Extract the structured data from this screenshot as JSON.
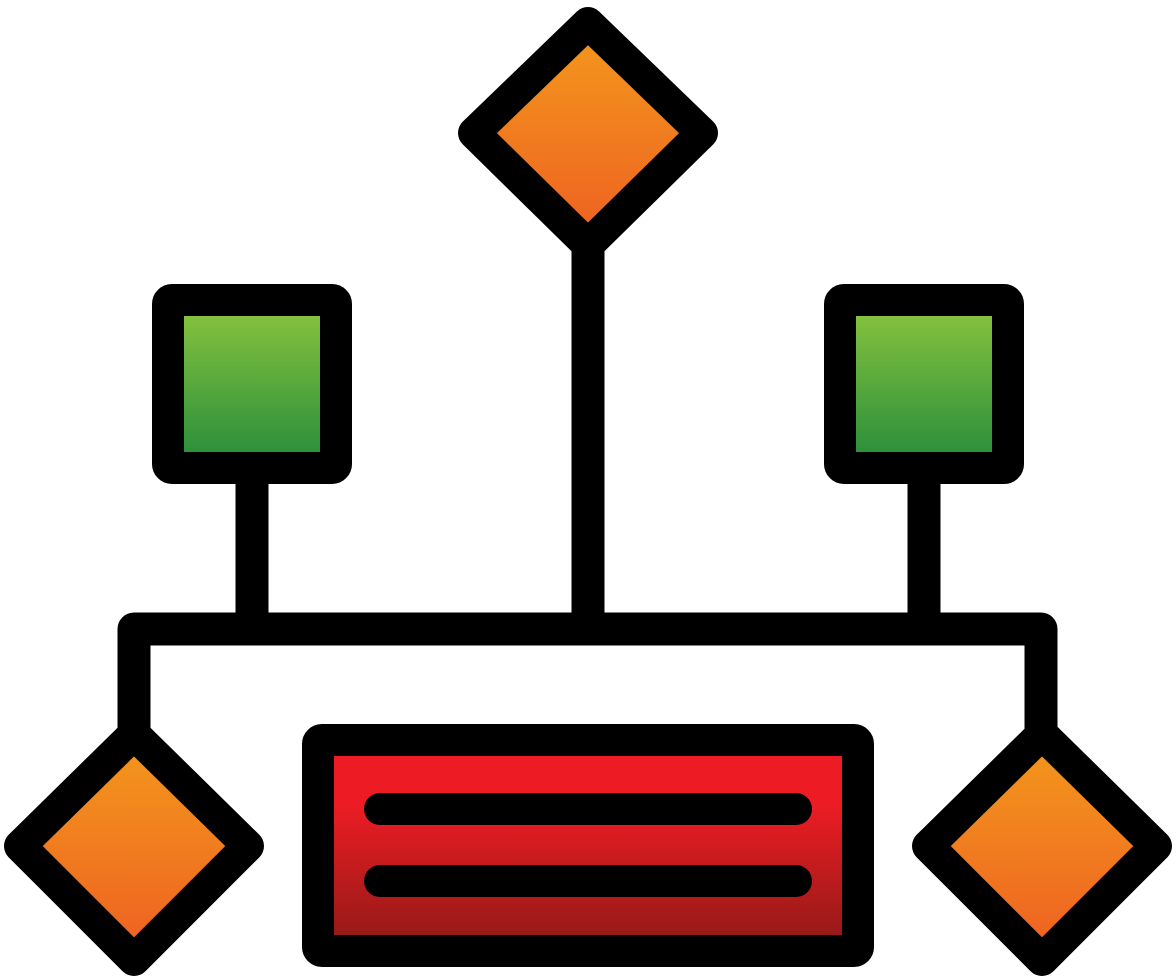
{
  "diagram": {
    "kind": "flowchart-icon",
    "stroke_color": "#000000",
    "background_color": "#ffffff",
    "gradients": {
      "orange": {
        "top": "#F39A1C",
        "bottom": "#EE5F22"
      },
      "green": {
        "top": "#8DC63F",
        "bottom": "#238B3A"
      },
      "red": {
        "top": "#ED1C24",
        "bottom": "#8E1A16"
      }
    },
    "nodes": [
      {
        "id": "top-diamond",
        "shape": "diamond",
        "fill": "orange"
      },
      {
        "id": "left-square",
        "shape": "square",
        "fill": "green"
      },
      {
        "id": "right-square",
        "shape": "square",
        "fill": "green"
      },
      {
        "id": "bottom-left-diamond",
        "shape": "diamond",
        "fill": "orange"
      },
      {
        "id": "bottom-right-diamond",
        "shape": "diamond",
        "fill": "orange"
      },
      {
        "id": "center-rectangle",
        "shape": "rectangle",
        "fill": "red",
        "text_lines": 2
      }
    ]
  }
}
